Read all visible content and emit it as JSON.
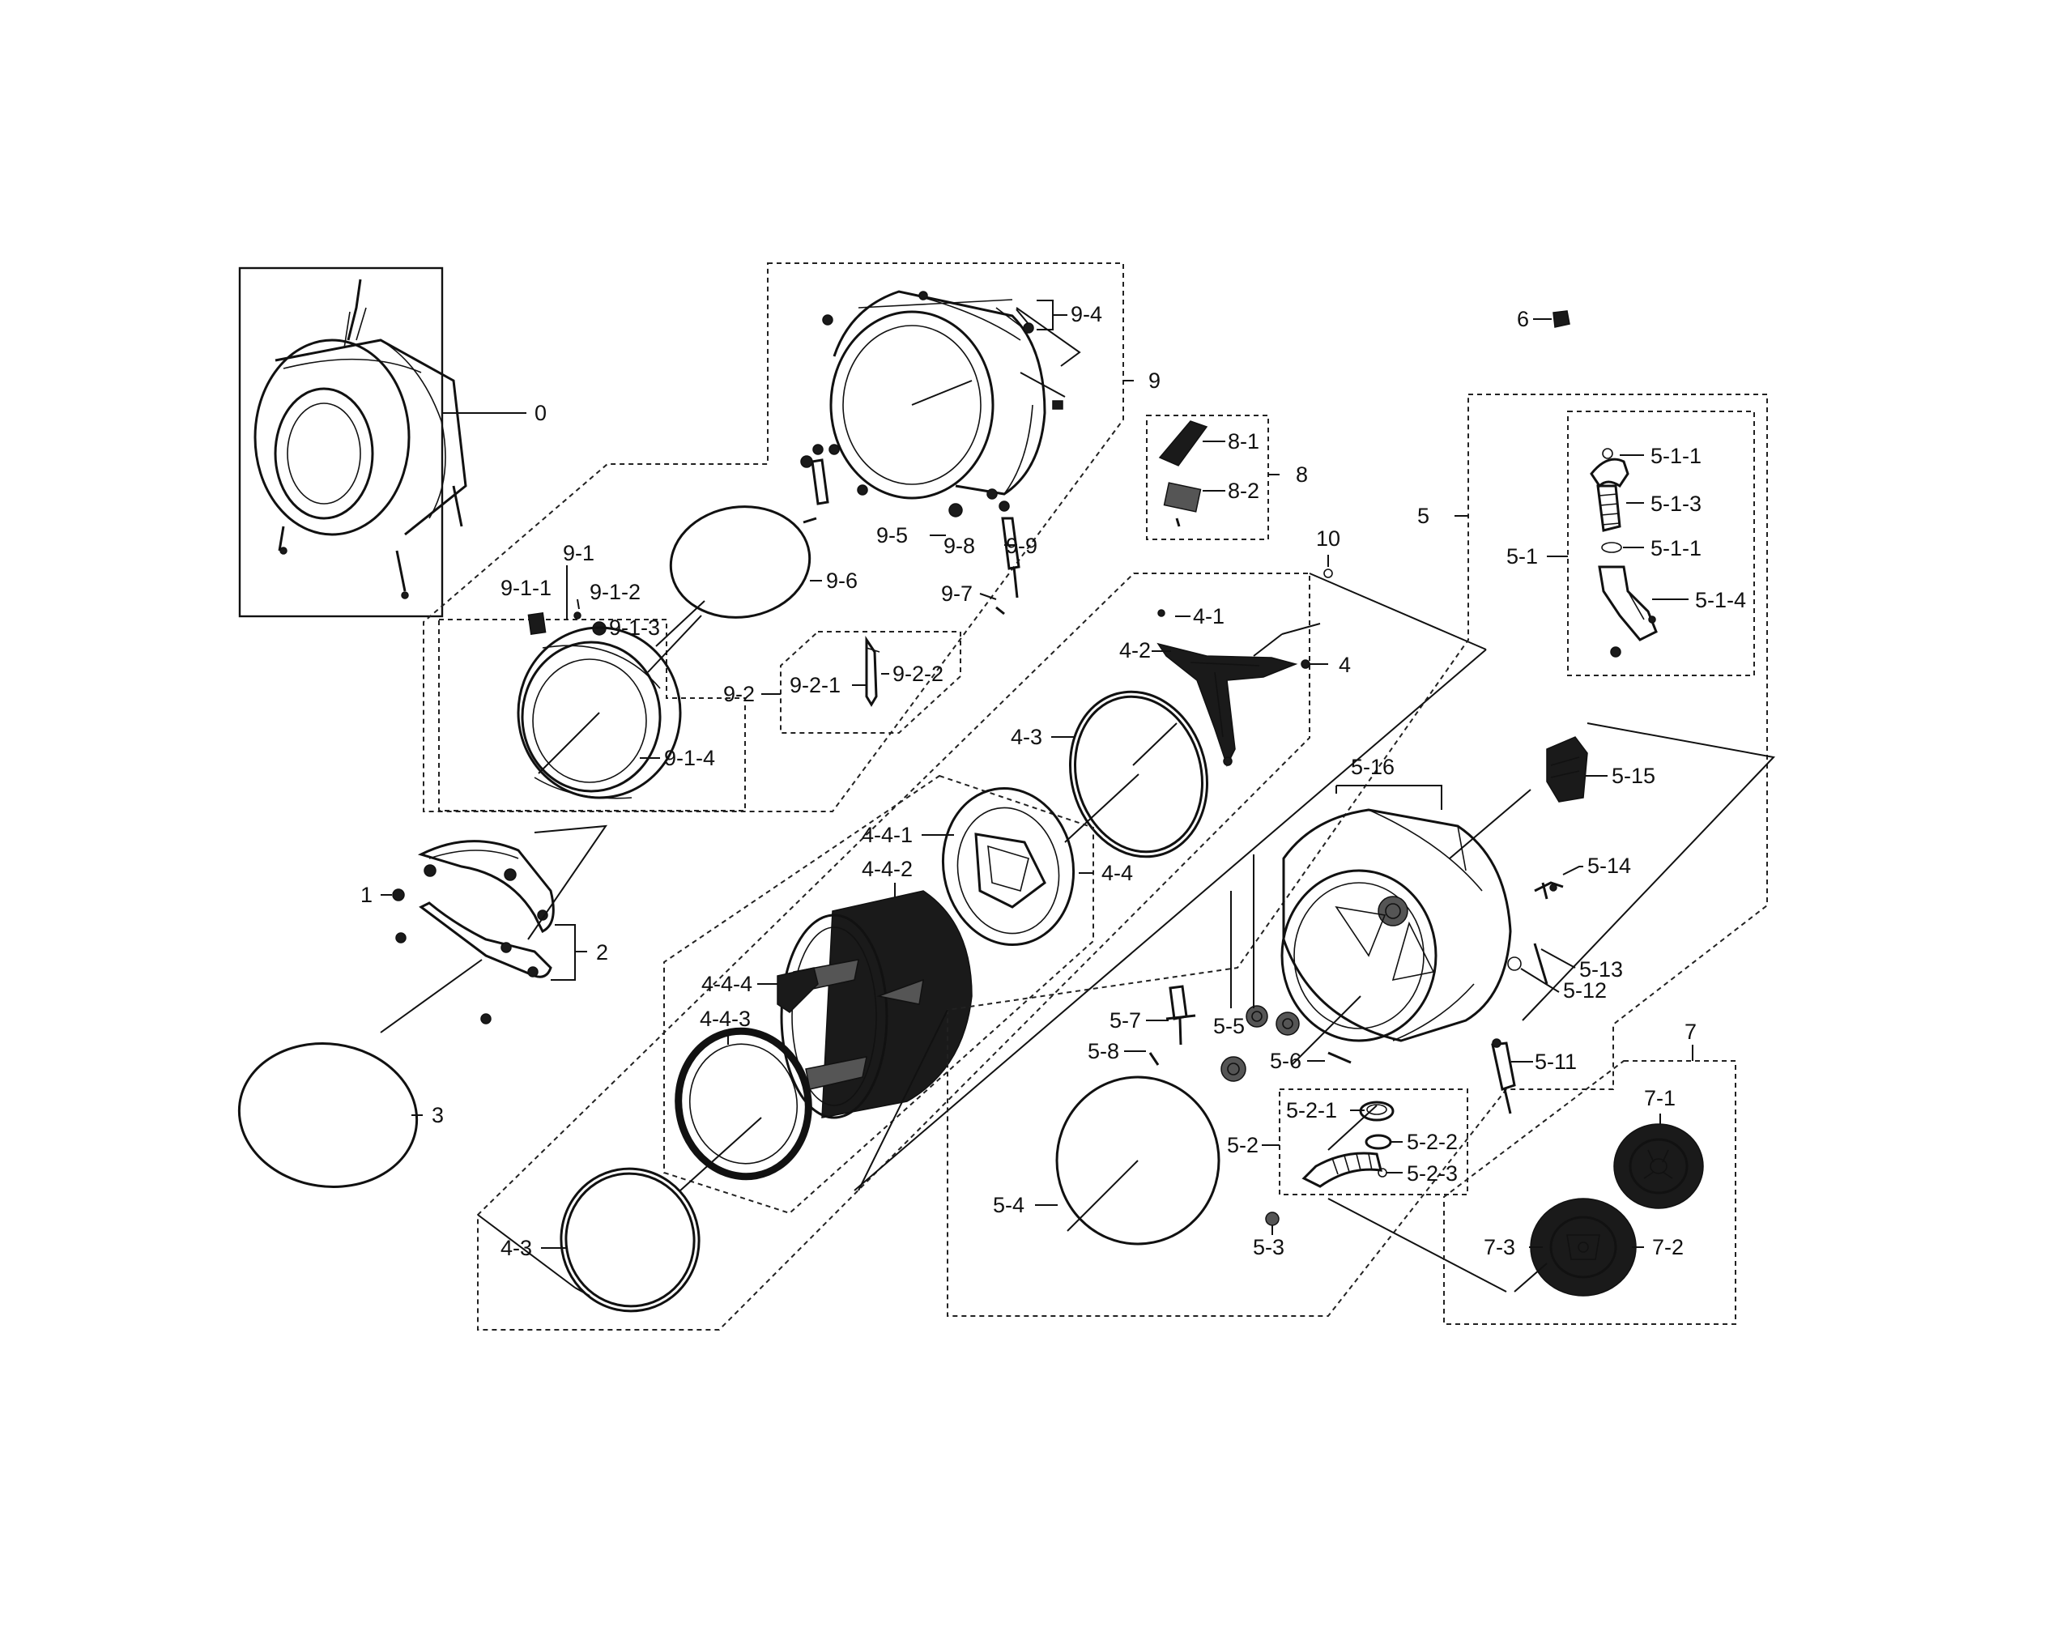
{
  "labels": {
    "0": "0",
    "1": "1",
    "2": "2",
    "3": "3",
    "4": "4",
    "4-1": "4-1",
    "4-2": "4-2",
    "4-3a": "4-3",
    "4-3b": "4-3",
    "4-4": "4-4",
    "4-4-1": "4-4-1",
    "4-4-2": "4-4-2",
    "4-4-3": "4-4-3",
    "4-4-4": "4-4-4",
    "5": "5",
    "5-1": "5-1",
    "5-1-1a": "5-1-1",
    "5-1-1b": "5-1-1",
    "5-1-3": "5-1-3",
    "5-1-4": "5-1-4",
    "5-2": "5-2",
    "5-2-1": "5-2-1",
    "5-2-2": "5-2-2",
    "5-2-3": "5-2-3",
    "5-3": "5-3",
    "5-4": "5-4",
    "5-5": "5-5",
    "5-6": "5-6",
    "5-7": "5-7",
    "5-8": "5-8",
    "5-11": "5-11",
    "5-12": "5-12",
    "5-13": "5-13",
    "5-14": "5-14",
    "5-15": "5-15",
    "5-16": "5-16",
    "6": "6",
    "7": "7",
    "7-1": "7-1",
    "7-2": "7-2",
    "7-3": "7-3",
    "8": "8",
    "8-1": "8-1",
    "8-2": "8-2",
    "9": "9",
    "9-1": "9-1",
    "9-1-1": "9-1-1",
    "9-1-2": "9-1-2",
    "9-1-3": "9-1-3",
    "9-1-4": "9-1-4",
    "9-2": "9-2",
    "9-2-1": "9-2-1",
    "9-2-2": "9-2-2",
    "9-4": "9-4",
    "9-5": "9-5",
    "9-6": "9-6",
    "9-7": "9-7",
    "9-8": "9-8",
    "9-9": "9-9",
    "10": "10"
  }
}
